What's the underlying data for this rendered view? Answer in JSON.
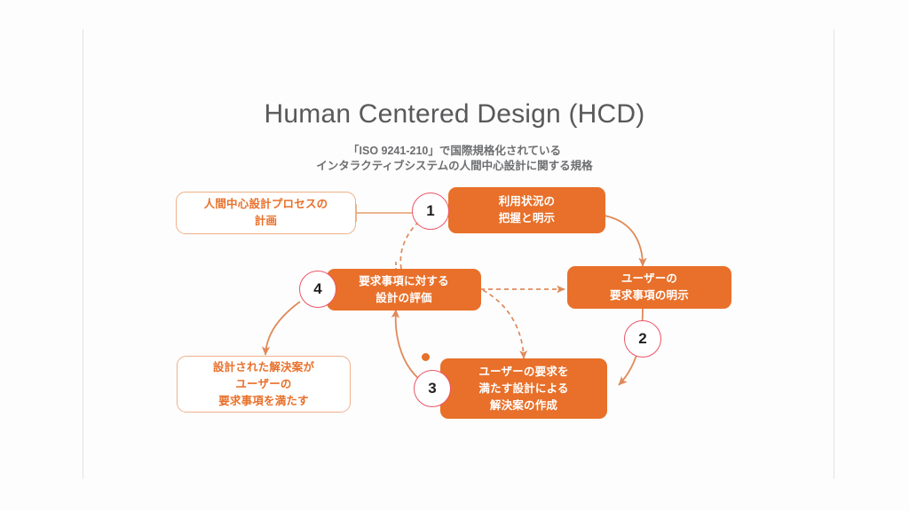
{
  "slide": {
    "title": "Human Centered Design (HCD)",
    "subtitle_line1": "「ISO 9241-210」で国際規格化されている",
    "subtitle_line2": "インタラクティブシステムの人間中心設計に関する規格",
    "background_color": "#fdfdfd",
    "title_color": "#59595b",
    "frame_line_color": "#e3e3e3"
  },
  "palette": {
    "box_fill": "#e8702a",
    "box_fill_text": "#ffffff",
    "box_outline_border": "#f0b088",
    "box_outline_text": "#e8702a",
    "circle_ring": "#ec5568",
    "circle_number": "#231f20",
    "connector": "#e08a5a",
    "dot": "#e8702a"
  },
  "diagram": {
    "nodes": [
      {
        "id": "plan",
        "style": "outlined",
        "lines": [
          "人間中心設計プロセスの",
          "計画"
        ]
      },
      {
        "id": "step1",
        "style": "filled",
        "lines": [
          "利用状況の",
          "把握と明示"
        ]
      },
      {
        "id": "step2",
        "style": "filled",
        "lines": [
          "ユーザーの",
          "要求事項の明示"
        ]
      },
      {
        "id": "step3",
        "style": "filled",
        "lines": [
          "ユーザーの要求を",
          "満たす設計による",
          "解決案の作成"
        ]
      },
      {
        "id": "step4",
        "style": "filled",
        "lines": [
          "要求事項に対する",
          "設計の評価"
        ]
      },
      {
        "id": "satisfied",
        "style": "outlined",
        "lines": [
          "設計された解決案が",
          "ユーザーの",
          "要求事項を満たす"
        ]
      }
    ],
    "step_circles": [
      {
        "id": "circle-1",
        "number": "1"
      },
      {
        "id": "circle-2",
        "number": "2"
      },
      {
        "id": "circle-3",
        "number": "3"
      },
      {
        "id": "circle-4",
        "number": "4"
      }
    ]
  }
}
